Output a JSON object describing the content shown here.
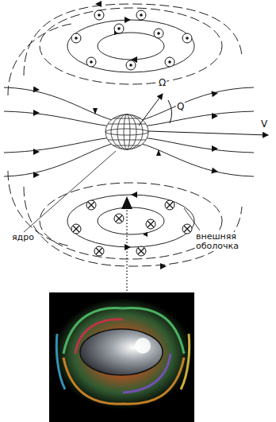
{
  "diagram": {
    "labels": [
      "Ω",
      "Q",
      "V",
      "ядро",
      "внешняя оболочка"
    ]
  }
}
